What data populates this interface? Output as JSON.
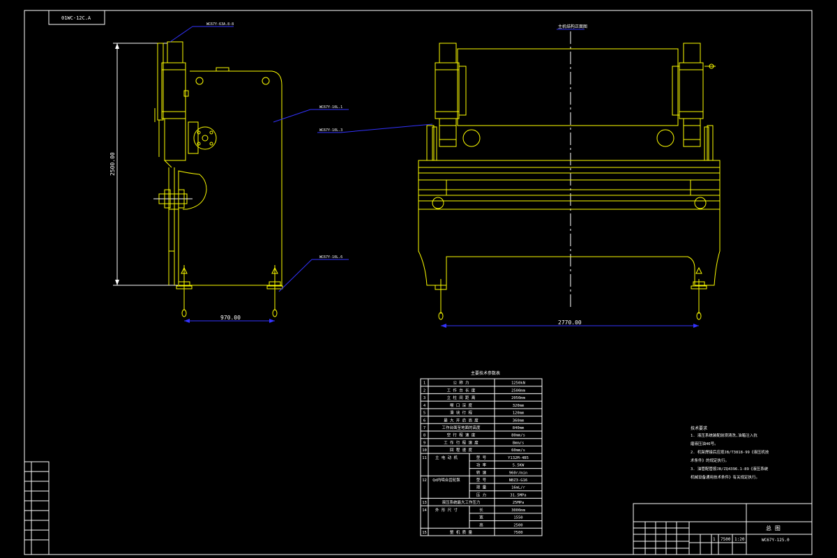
{
  "title_block_tl": {
    "drawing_no": "01WC-12C.A"
  },
  "colors": {
    "background": "#000000",
    "frame": "#ffffff",
    "geometry": "#ffff00",
    "leaders": "#3333ff"
  },
  "side_view": {
    "callouts": [
      "WC67Y-63A.8-8",
      "WC67Y-10L.1",
      "WC67Y-10L.3",
      "WC67Y-10L.6"
    ],
    "dim_height": "2500.00",
    "dim_width": "970.00"
  },
  "front_view": {
    "label": "主机结构正面图",
    "dim_width": "2770.00"
  },
  "params_table": {
    "title": "主要技术参数表",
    "rows": [
      {
        "no": "1",
        "name": "公 称 力",
        "sub": "",
        "value": "1250kN"
      },
      {
        "no": "2",
        "name": "工 作 台 长 度",
        "sub": "",
        "value": "2500mm"
      },
      {
        "no": "3",
        "name": "立 柱 间 距 离",
        "sub": "",
        "value": "2050mm"
      },
      {
        "no": "4",
        "name": "喉 口 深 度",
        "sub": "",
        "value": "320mm"
      },
      {
        "no": "5",
        "name": "滑 块 行 程",
        "sub": "",
        "value": "120mm"
      },
      {
        "no": "6",
        "name": "最 大 开 启 高 度",
        "sub": "",
        "value": "360mm"
      },
      {
        "no": "7",
        "name": "工作台面至地面的高度",
        "sub": "",
        "value": "840mm"
      },
      {
        "no": "8",
        "name": "空 行 程 速 度",
        "sub": "",
        "value": "80mm/s"
      },
      {
        "no": "9",
        "name": "工 作 行 程 速 度",
        "sub": "",
        "value": "8mm/s"
      },
      {
        "no": "10",
        "name": "回 程 速 度",
        "sub": "",
        "value": "60mm/s"
      },
      {
        "no": "11",
        "name": "主 电 动 机",
        "sub": "型 号",
        "value": "Y132M-4B5"
      },
      {
        "no": "",
        "name": "",
        "sub": "功 率",
        "value": "5.5KW"
      },
      {
        "no": "",
        "name": "",
        "sub": "转 速",
        "value": "960r/min"
      },
      {
        "no": "12",
        "name": "Qd内啮合齿轮泵",
        "sub": "型 号",
        "value": "NBZ3-G16"
      },
      {
        "no": "",
        "name": "",
        "sub": "排 量",
        "value": "16mL/r"
      },
      {
        "no": "",
        "name": "",
        "sub": "压 力",
        "value": "31.5MPa"
      },
      {
        "no": "13",
        "name": "液压系统最大工作压力",
        "sub": "",
        "value": "25MPa"
      },
      {
        "no": "14",
        "name": "外 形 尺 寸",
        "sub": "长",
        "value": "3000mm"
      },
      {
        "no": "",
        "name": "",
        "sub": "宽",
        "value": "1550"
      },
      {
        "no": "",
        "name": "",
        "sub": "高",
        "value": "2500"
      },
      {
        "no": "15",
        "name": "整 机 质 量",
        "sub": "",
        "value": "7500"
      }
    ]
  },
  "tech_notes": {
    "title": "技术要求",
    "lines": [
      "1. 液压系统装配前须清洗,油箱注入抗",
      "   磨液压油46号。",
      "2. 机架焊接后应按JB/T3818-99《液压机技",
      "   术条件》的规定执行。",
      "3. 油管配管按JB/ZQ4396.1-89《液压系统",
      "   机械设备通用技术条件》有关规定执行。"
    ]
  },
  "title_block": {
    "name": "总 图",
    "drawing_no": "WC67Y-125.0",
    "scale": "1:20",
    "qty": "1",
    "weight": "7500"
  }
}
